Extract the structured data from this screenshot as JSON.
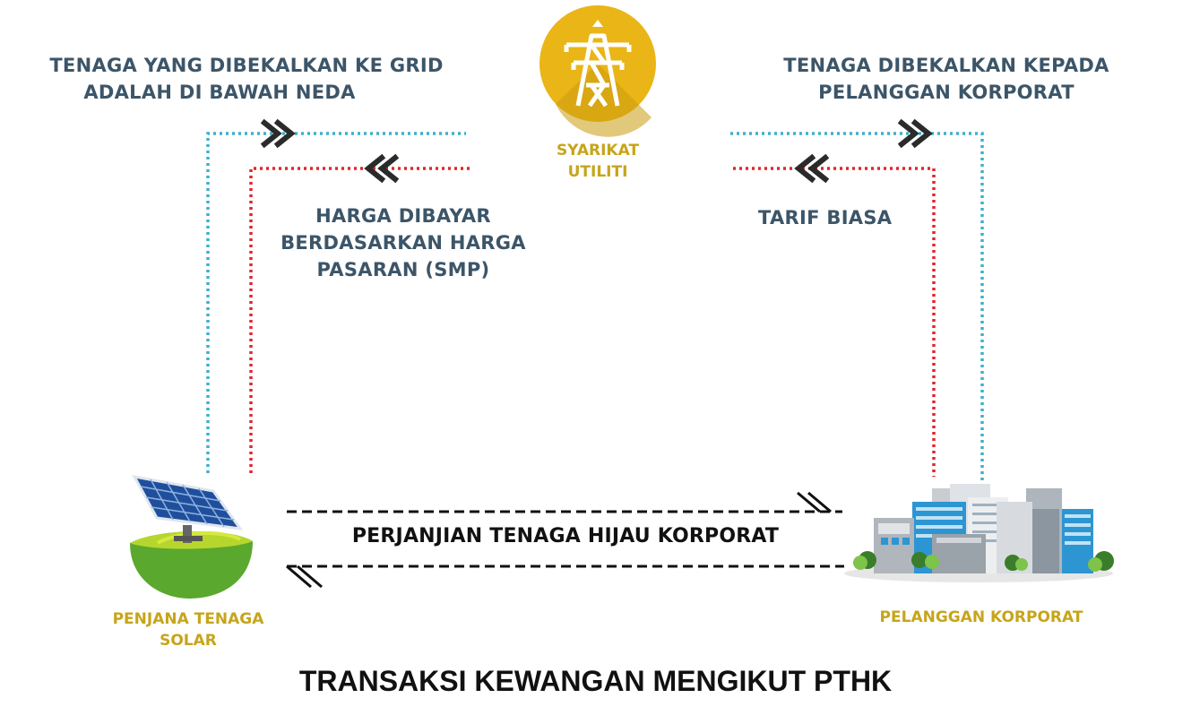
{
  "utility": {
    "label": "SYARIKAT UTILITI"
  },
  "labels": {
    "grid_supply": [
      "TENAGA YANG DIBEKALKAN KE GRID",
      "ADALAH DI BAWAH NEDA"
    ],
    "smp_price": [
      "HARGA DIBAYAR",
      "BERDASARKAN HARGA",
      "PASARAN (SMP)"
    ],
    "supply_corporate": [
      "TENAGA DIBEKALKAN KEPADA",
      "PELANGGAN KORPORAT"
    ],
    "tariff": "TARIF BIASA"
  },
  "solar": {
    "label": [
      "PENJANA TENAGA",
      "SOLAR"
    ]
  },
  "corporate": {
    "label": "PELANGGAN KORPORAT"
  },
  "agreement": "PERJANJIAN TENAGA HIJAU KORPORAT",
  "title": "TRANSAKSI KEWANGAN MENGIKUT PTHK",
  "colors": {
    "energy_line": "#3bb0cf",
    "payment_line": "#e3242b",
    "label_text": "#3c5568",
    "gold": "#c6a51a",
    "utility_circle": "#eab516"
  },
  "icons": [
    "transmission-tower-icon",
    "solar-panel-icon",
    "buildings-icon",
    "double-chevron-right-icon",
    "double-chevron-left-icon"
  ]
}
